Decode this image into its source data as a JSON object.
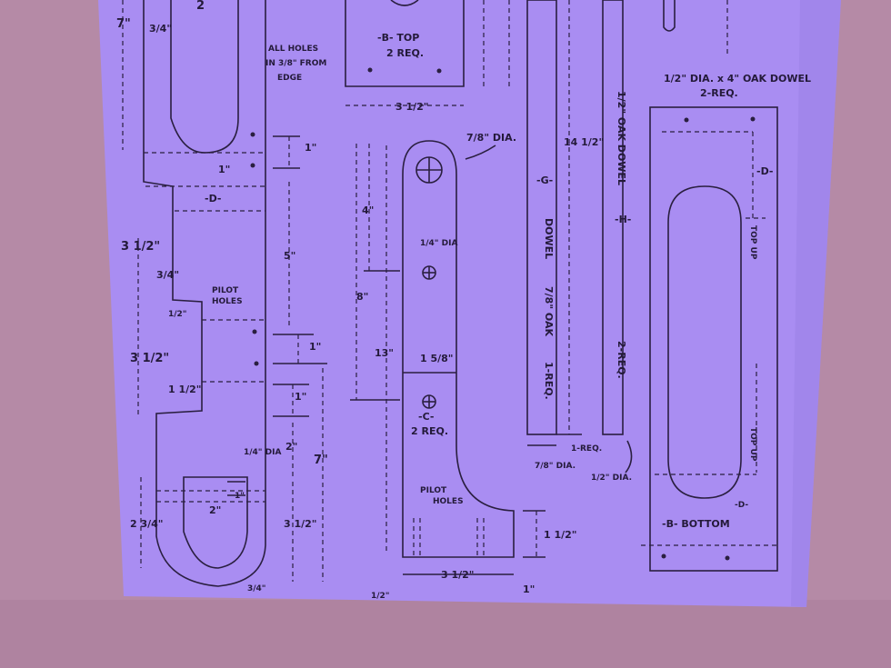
{
  "colors": {
    "wall": "#b58aa6",
    "paper": "#a98df2",
    "ink": "#2a1f40"
  },
  "labels": {
    "dim_7": "7\"",
    "dim_3_4_top": "3/4\"",
    "dim_2_top": "2",
    "all_holes_1": "ALL HOLES",
    "all_holes_2": "IN 3/8\" FROM",
    "all_holes_3": "EDGE",
    "b_top": "-B- TOP",
    "b_top_req": "2 REQ.",
    "dim_3_half_top": "3 1/2\"",
    "dowel_spec": "1/2\" DIA. x 4\" OAK DOWEL",
    "dowel_req": "2-REQ.",
    "dia_7_8": "7/8\" DIA.",
    "dim_1_a": "1\"",
    "dim_1_b": "1\"",
    "d_left": "-D-",
    "dim_3_half_a": "3 1/2\"",
    "dim_3_4_mid": "3/4\"",
    "pilot_holes": "PILOT",
    "pilot_holes_2": "HOLES",
    "dim_1_2_small": "1/2\"",
    "dim_3_half_b": "3 1/2\"",
    "dim_1_half": "1 1/2\"",
    "dim_5": "5\"",
    "dim_1_c": "1\"",
    "dim_1_d": "1\"",
    "dim_2_mid": "2\"",
    "dim_7_right": "7\"",
    "dim_3_half_c": "3 1/2\"",
    "dia_1_4": "1/4\" DIA",
    "dim_2_bottom": "2\"",
    "dim_1_bottom": "1\"",
    "dim_2_3_4": "2 3/4\"",
    "dim_3_4_corner": "3/4\"",
    "dim_4": "4\"",
    "dim_8": "8\"",
    "dim_13": "13\"",
    "dia_1_4_mid": "1/4\" DIA",
    "dim_1_5_8": "1 5/8\"",
    "c_label": "-C-",
    "c_req": "2 REQ.",
    "pilot_c_1": "PILOT",
    "pilot_c_2": "HOLES",
    "dim_1_half_c": "1 1/2\"",
    "dim_3_half_c_bottom": "3 1/2\"",
    "dim_1_2_bottom": "1/2\"",
    "dim_1_bottom_right": "1\"",
    "g_label": "-G-",
    "dowel_g": "DOWEL",
    "oak_g": "7/8\" OAK",
    "req_g": "1-REQ.",
    "dim_14_half": "14 1/2\"",
    "oak_h": "1/2\" OAK DOWEL",
    "h_label": "-H-",
    "req_h": "2-REQ.",
    "req_g_bottom": "1-REQ.",
    "dia_7_8_bottom": "7/8\" DIA.",
    "dia_1_2_bottom": "1/2\" DIA.",
    "d_right": "-D-",
    "top_up_1": "TOP UP",
    "top_up_2": "TOP UP",
    "d_right_bottom": "-D-",
    "b_bottom": "-B- BOTTOM"
  }
}
